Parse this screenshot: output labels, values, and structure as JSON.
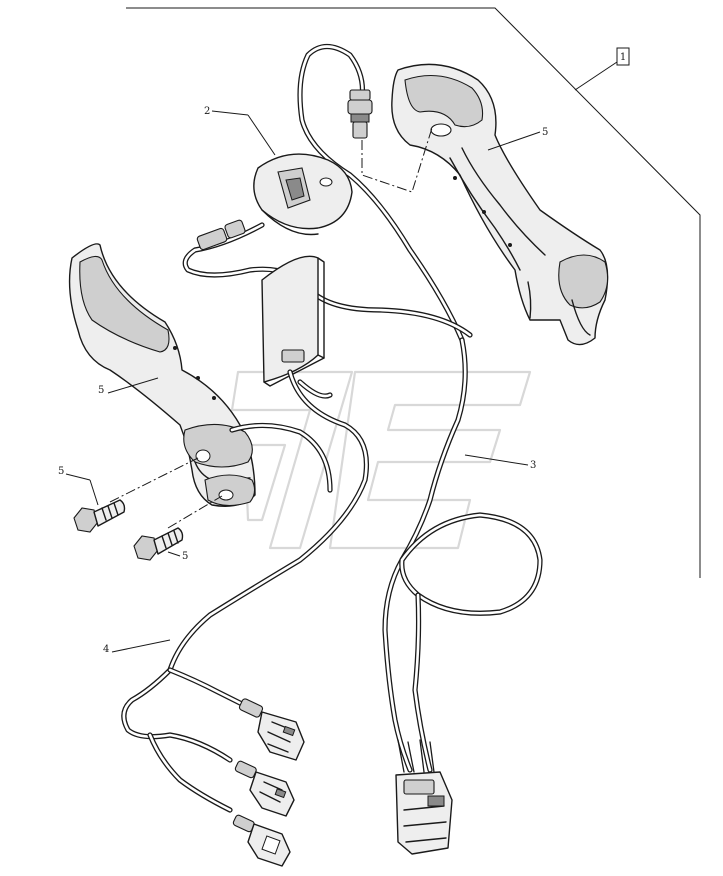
{
  "callouts": {
    "ref_box": "1",
    "switch": "2",
    "harness_right": "3",
    "harness_left": "4",
    "grip_right": "5",
    "grip_left": "5",
    "bolt_upper": "5",
    "bolt_lower": "5"
  },
  "colors": {
    "line": "#1a1a1a",
    "part_fill": "#eeeeee",
    "shade": "#cfcfcf",
    "watermark": "#d8d8d8"
  }
}
